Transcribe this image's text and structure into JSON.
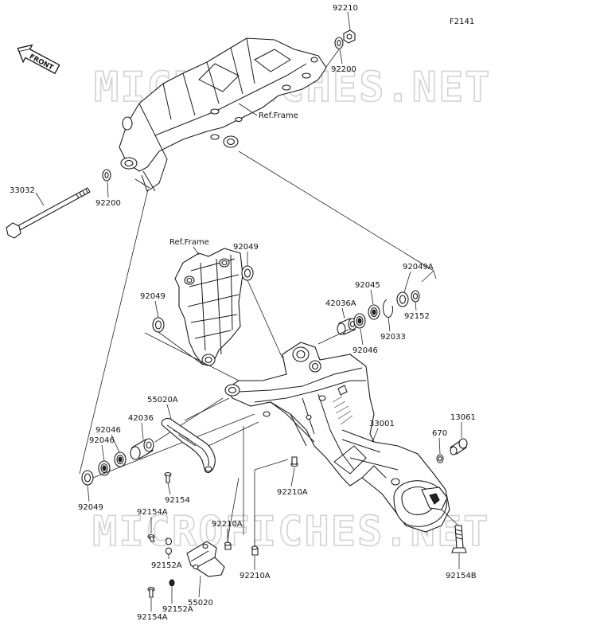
{
  "figure_code": "F2141",
  "front_arrow_label": "FRONT",
  "watermarks": [
    "MICROFICHES.NET",
    "MICROFICHES.NET"
  ],
  "ref_labels": [
    "Ref.Frame",
    "Ref.Frame"
  ],
  "parts": {
    "p92210_top": "92210",
    "p92200_top": "92200",
    "p33032": "33032",
    "p92200_left": "92200",
    "p92049_upper": "92049",
    "p92049_left": "92049",
    "p92049A": "92049A",
    "p92045": "92045",
    "p42036A": "42036A",
    "p92152_right": "92152",
    "p92033": "92033",
    "p92046_right": "92046",
    "p55020A": "55020A",
    "p42036": "42036",
    "p92046_l1": "92046",
    "p92046_l2": "92046",
    "p92049_bottom": "92049",
    "p92154": "92154",
    "p92154A_1": "92154A",
    "p92152A_1": "92152A",
    "p92210A_mid": "92210A",
    "p92210A_right": "92210A",
    "p92210A_bottom": "92210A",
    "p55020": "55020",
    "p92152A_2": "92152A",
    "p92154A_2": "92154A",
    "p33001": "33001",
    "p13061": "13061",
    "p670": "670",
    "p92154B": "92154B"
  }
}
